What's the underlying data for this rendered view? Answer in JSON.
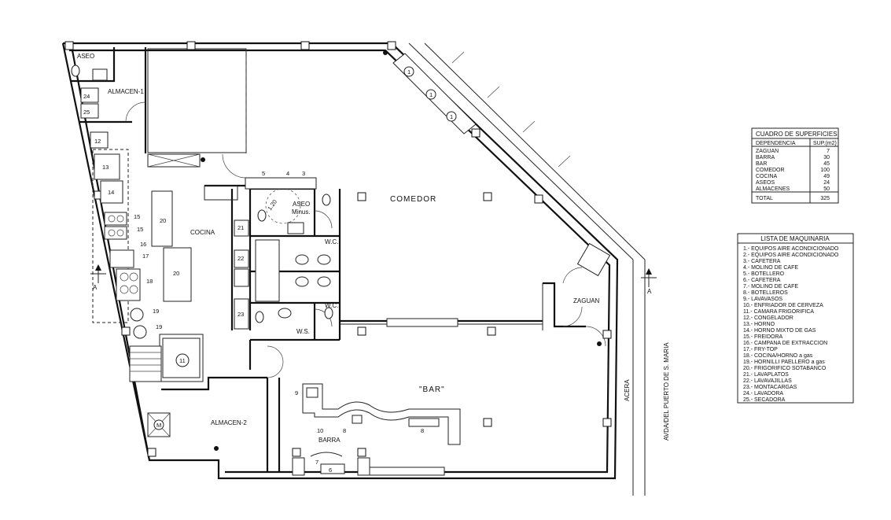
{
  "rooms": {
    "aseo": "ASEO",
    "almacen1": "ALMACEN-1",
    "cocina": "COCINA",
    "aseo_minus_1": "ASEO",
    "aseo_minus_2": "Minus.",
    "wc_top": "W.C.",
    "wc_bottom": "W.C.",
    "ws": "W.S.",
    "comedor": "COMEDOR",
    "zaguan": "ZAGUAN",
    "bar": "\"BAR\"",
    "barra": "BARRA",
    "almacen2": "ALMACEN-2",
    "acera": "ACERA",
    "avenida": "AVDA/DEL PUERTO DE S. MARIA",
    "section_a_left": "A",
    "section_a_right": "A",
    "turn_radius": "1.20"
  },
  "equipment_numbers": {
    "n24": "24",
    "n25": "25",
    "n12": "12",
    "n13": "13",
    "n14": "14",
    "n15a": "15",
    "n15b": "15",
    "n16": "16",
    "n17": "17",
    "n18": "18",
    "n19a": "19",
    "n19b": "19",
    "n20a": "20",
    "n20b": "20",
    "n11": "11",
    "n5": "5",
    "n4": "4",
    "n3": "3",
    "n21": "21",
    "n22": "22",
    "n23": "23",
    "n1a": "1",
    "n1b": "1",
    "n1c": "1",
    "n9": "9",
    "n10": "10",
    "n8a": "8",
    "n8b": "8",
    "n7": "7",
    "n6": "6",
    "nM": "M"
  },
  "surfaces": {
    "title": "CUADRO DE SUPERFICIES",
    "col_dep": "DEPENDENCIA",
    "col_sup": "SUP.(m2)",
    "rows": [
      {
        "name": "ZAGUAN",
        "value": "7"
      },
      {
        "name": "BARRA",
        "value": "30"
      },
      {
        "name": "BAR",
        "value": "45"
      },
      {
        "name": "COMEDOR",
        "value": "100"
      },
      {
        "name": "COCINA",
        "value": "49"
      },
      {
        "name": "ASEOS",
        "value": "24"
      },
      {
        "name": "ALMACENES",
        "value": "50"
      }
    ],
    "total_label": "TOTAL",
    "total_value": "325"
  },
  "machinery": {
    "title": "LISTA DE MAQUINARIA",
    "items": [
      "1.- EQUIPOS AIRE ACONDICIONADO",
      "2.- EQUIPOS AIRE ACONDICIONADO",
      "3.- CAFETERA",
      "4.- MOLINO DE CAFE",
      "5.- BOTELLERO",
      "6.- CAFETERA",
      "7.- MOLINO DE CAFE",
      "8.- BOTELLEROS",
      "9.- LAVAVASOS",
      "10.- ENFRIADOR DE CERVEZA",
      "11.- CAMARA FRIGORIFICA",
      "12.- CONGELADOR",
      "13.- HORNO",
      "14.- HORNO MIXTO DE GAS",
      "15.- FREIDORA",
      "16.- CAMPANA DE EXTRACCION",
      "17.- FRY-TOP",
      "18.- COCINA/HORNO a gas",
      "19.- HORNILLI PAELLERO a gas",
      "20.- FRIGORIFICO SOTABANCO",
      "21.- LAVAPLATOS",
      "22.- LAVAVAJILLAS",
      "23.- MONTACARGAS",
      "24.- LAVADORA",
      "25.- SECADORA"
    ]
  }
}
